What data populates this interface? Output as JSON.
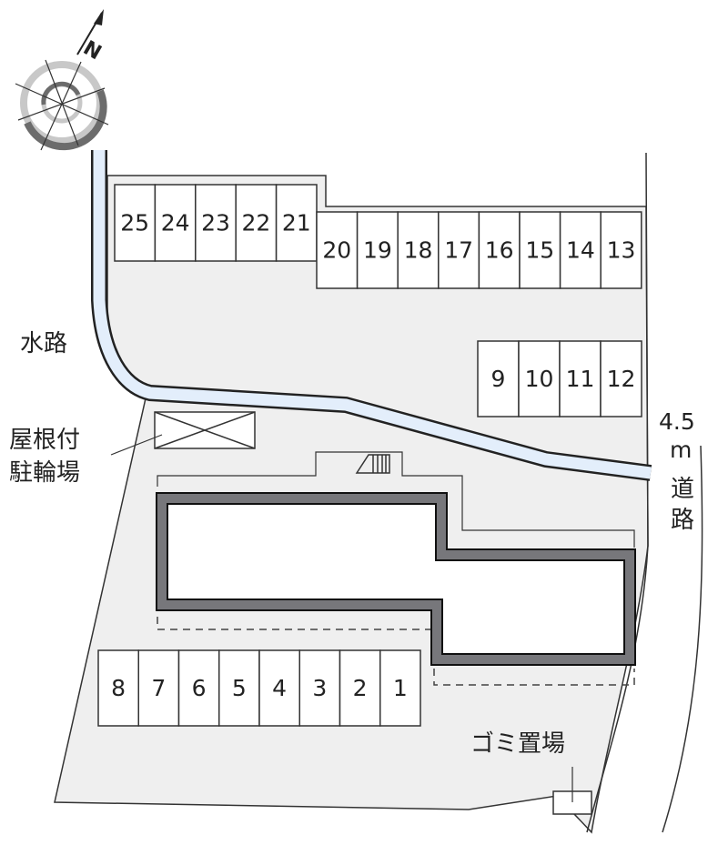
{
  "compass": {
    "north_label": "N"
  },
  "labels": {
    "waterway": "水路",
    "bike_parking_line1": "屋根付",
    "bike_parking_line2": "駐輪場",
    "road_width": "4.5",
    "road_unit": "m",
    "road_char1": "道",
    "road_char2": "路",
    "garbage": "ゴミ置場"
  },
  "parking": {
    "row_top_left": [
      "25",
      "24",
      "23",
      "22",
      "21"
    ],
    "row_top_right": [
      "20",
      "19",
      "18",
      "17",
      "16",
      "15",
      "14",
      "13"
    ],
    "row_middle": [
      "9",
      "10",
      "11",
      "12"
    ],
    "row_bottom": [
      "8",
      "7",
      "6",
      "5",
      "4",
      "3",
      "2",
      "1"
    ]
  },
  "colors": {
    "lot": "#efefef",
    "water": "#e3eefb",
    "building_wall": "#77777b",
    "line": "#222222"
  }
}
